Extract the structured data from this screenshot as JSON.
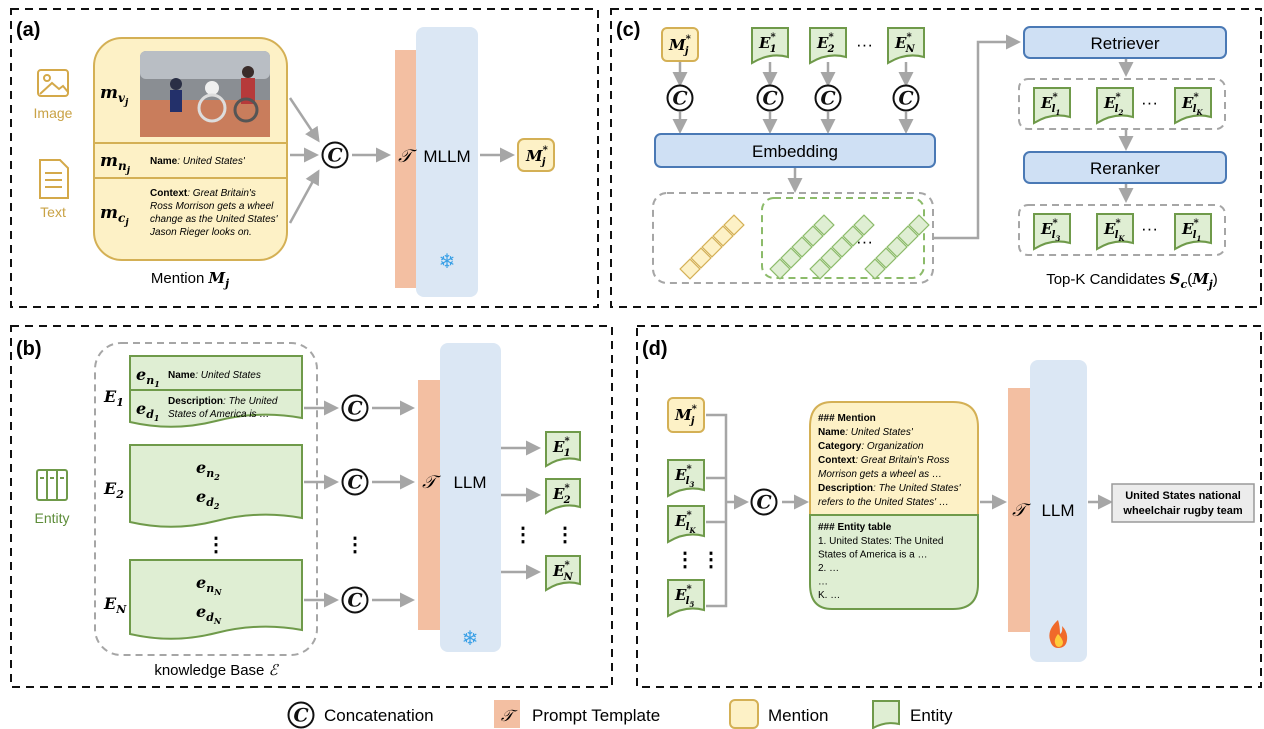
{
  "panels": {
    "a": {
      "label": "(a)",
      "image_label": "Image",
      "text_label": "Text",
      "mention_rows": [
        {
          "sym": "m",
          "sub": "v",
          "subsub": "j"
        },
        {
          "sym": "m",
          "sub": "n",
          "subsub": "j"
        },
        {
          "sym": "m",
          "sub": "c",
          "subsub": "j"
        }
      ],
      "name_key": "Name",
      "name_value": ": United States'",
      "context_key": "Context",
      "context_lines": [
        ": Great Britain's",
        "Ross Morrison gets a wheel",
        "change as the United States'",
        "Jason Rieger looks on."
      ],
      "mention_caption": "Mention",
      "mention_caption_sym": "M",
      "mention_caption_sub": "j",
      "model_label": "MLLM",
      "output_sym": "M",
      "output_sub": "j",
      "output_sup": "*"
    },
    "b": {
      "label": "(b)",
      "entity_label": "Entity",
      "entities": [
        {
          "E": "E",
          "sub": "1"
        },
        {
          "E": "E",
          "sub": "2"
        },
        {
          "E": "E",
          "sub": "N"
        }
      ],
      "e1_name_key": "Name",
      "e1_name_value": ": United States",
      "e1_desc_key": "Description",
      "e1_desc_line1": ": The United",
      "e1_desc_line2": "States of America is …",
      "vdots": "⋮",
      "caption": "knowledge Base",
      "caption_sym": "ℰ",
      "model_label": "LLM",
      "outputs": [
        "1",
        "2",
        "N"
      ]
    },
    "c": {
      "label": "(c)",
      "top_inputs": [
        "1",
        "2",
        "N"
      ],
      "ellipsis": "···",
      "embedding_label": "Embedding",
      "retriever_label": "Retriever",
      "reranker_label": "Reranker",
      "retrieved": [
        "l1",
        "l2",
        "lK"
      ],
      "reranked": [
        "l3",
        "lK",
        "l1"
      ],
      "caption": "Top-K Candidates",
      "caption_sym": "S",
      "caption_sub": "c",
      "caption_arg": "M",
      "caption_arg_sub": "j"
    },
    "d": {
      "label": "(d)",
      "inputs": [
        "l3",
        "lK",
        "l5"
      ],
      "mention_header": "### Mention",
      "fields": [
        {
          "key": "Name",
          "value": ": United States'"
        },
        {
          "key": "Category",
          "value": ": Organization"
        },
        {
          "key": "Context",
          "value": ": Great Britain's Ross"
        },
        {
          "key": "",
          "value": "Morrison gets a wheel as …"
        },
        {
          "key": "Description",
          "value": ": The United States'"
        },
        {
          "key": "",
          "value": "refers to the United States' …"
        }
      ],
      "table_header": "### Entity table",
      "table_lines": [
        "1. United States: The United",
        "States of America is a …",
        "2. …",
        "…",
        "K. …"
      ],
      "model_label": "LLM",
      "output_line1": "United States national",
      "output_line2": "wheelchair rugby team"
    }
  },
  "legend": {
    "concat": "Concatenation",
    "template": "Prompt Template",
    "mention": "Mention",
    "entity": "Entity"
  },
  "colors": {
    "mention_fill": "#fdf1c6",
    "mention_stroke": "#d4b055",
    "entity_fill": "#dfeed3",
    "entity_stroke": "#6f9a4a",
    "template_fill": "#f3bfa2",
    "model_fill": "#dbe7f4",
    "block_fill": "#cfe0f4",
    "block_stroke": "#4a79b5",
    "arrow": "#a6a6a6"
  }
}
